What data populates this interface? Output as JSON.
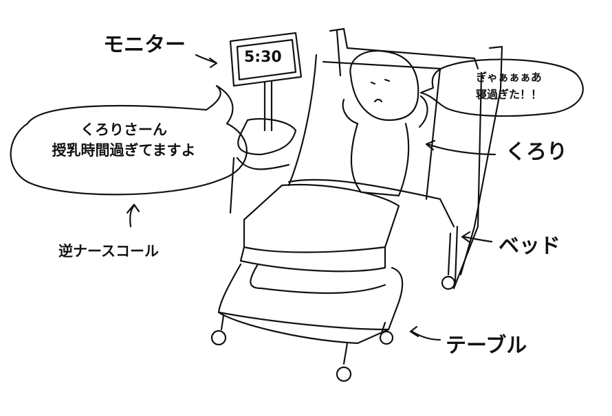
{
  "labels": {
    "monitor": "モニター",
    "monitor_time": "5:30",
    "nurse_call": "逆ナースコール",
    "kurori": "くろり",
    "bed": "ベッド",
    "table": "テーブル"
  },
  "speech_left": {
    "line1": "くろりさーん",
    "line2": "授乳時間過ぎてますよ"
  },
  "speech_right": {
    "line1": "ぎゃぁぁぁあ",
    "line2": "寝過ぎた！！"
  }
}
